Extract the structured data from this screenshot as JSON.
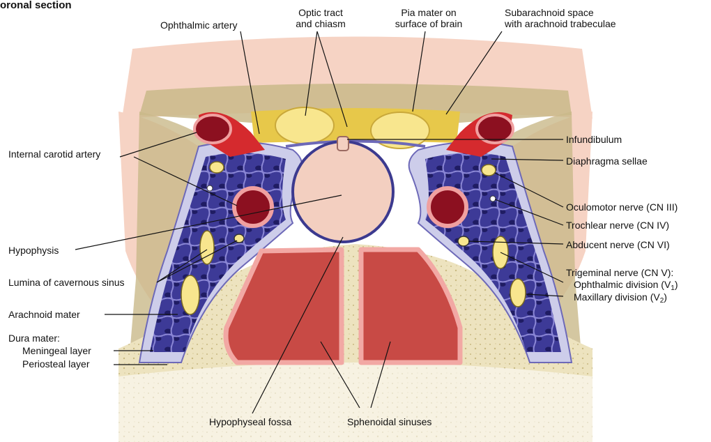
{
  "title": "oronal section",
  "labels": {
    "ophthalmic_artery": "Ophthalmic artery",
    "optic_tract_l1": "Optic tract",
    "optic_tract_l2": "and chiasm",
    "pia_mater_l1": "Pia mater on",
    "pia_mater_l2": "surface of brain",
    "subarachnoid_l1": "Subarachnoid space",
    "subarachnoid_l2": "with arachnoid trabeculae",
    "infundibulum": "Infundibulum",
    "internal_carotid": "Internal carotid artery",
    "diaphragma_sellae": "Diaphragma sellae",
    "oculomotor": "Oculomotor nerve (CN III)",
    "trochlear": "Trochlear nerve (CN IV)",
    "hypophysis": "Hypophysis",
    "abducent": "Abducent nerve (CN VI)",
    "trigeminal": "Trigeminal nerve (CN V):",
    "ophthalmic_div": "Ophthalmic division (V",
    "ophthalmic_div_sub": "1",
    "maxillary_div": "Maxillary division (V",
    "maxillary_div_sub": "2",
    "lumina": "Lumina of cavernous sinus",
    "arachnoid": "Arachnoid mater",
    "dura": "Dura mater:",
    "meningeal": "Meningeal layer",
    "periosteal": "Periosteal layer",
    "hypophyseal_fossa": "Hypophyseal fossa",
    "sphenoidal_sinuses": "Sphenoidal sinuses"
  },
  "colors": {
    "brain": "#f6d3c4",
    "arachnoid_space": "#c9b98a",
    "dura": "#cdcdea",
    "sinus": "#3e3a9a",
    "artery": "#c41d2a",
    "nerve": "#f5e48a",
    "bone": "#efe7c8",
    "sinus_cavity": "#c84a45",
    "gland": "#f3cfc0"
  }
}
